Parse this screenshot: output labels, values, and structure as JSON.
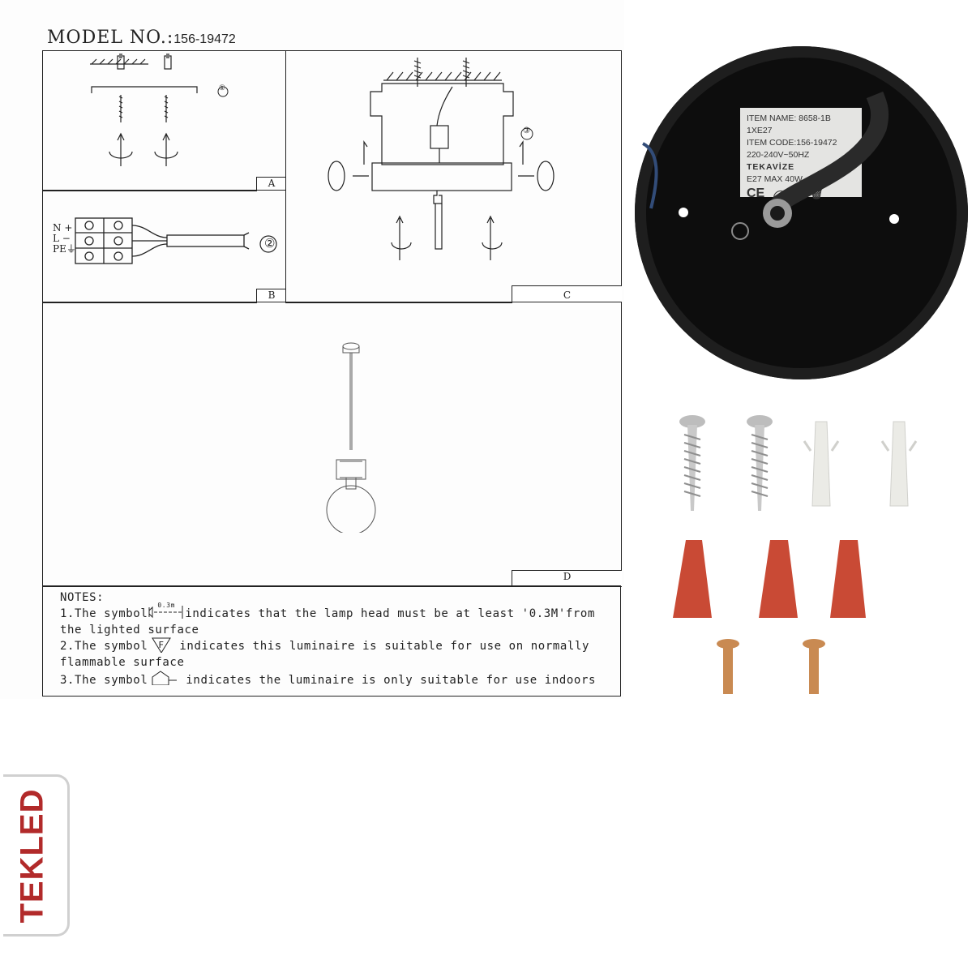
{
  "header": {
    "model_label": "MODEL NO.:",
    "model_number": "156-19472"
  },
  "panels": {
    "a": {
      "tag": "A",
      "step": "①"
    },
    "b": {
      "tag": "B",
      "step": "②",
      "terminals": [
        "N",
        "L",
        "PE"
      ],
      "terminal_symbols": [
        "+",
        "−",
        "⏚"
      ]
    },
    "c": {
      "tag": "C",
      "step": "③"
    },
    "d": {
      "tag": "D"
    }
  },
  "notes": {
    "heading": "NOTES:",
    "items": [
      {
        "prefix": "1.The symbol",
        "symbol_text": "0.3m",
        "text": "indicates that the lamp head must be at least '0.3M'from",
        "cont": "the lighted surface"
      },
      {
        "prefix": "2.The symbol",
        "symbol_text": "F",
        "text": " indicates this luminaire is suitable for use on normally",
        "cont": "flammable surface"
      },
      {
        "prefix": "3.The symbol",
        "symbol_text": "",
        "text": " indicates the luminaire is only suitable for use indoors",
        "cont": ""
      }
    ]
  },
  "product_label": {
    "item_name": "ITEM NAME: 8658-1B 1XE27",
    "item_code": "ITEM CODE:156-19472",
    "voltage": "220-240V~50HZ",
    "brand": "TEKAVİZE",
    "bulb": "E27 MAX 40W",
    "ce": "CE"
  },
  "watermark": {
    "text": "TEKLED"
  },
  "colors": {
    "canopy": "#0d0d0d",
    "wire_nut": "#c94a35",
    "screw": "#c9c9c9",
    "anchor": "#ebebe6",
    "brass": "#c98a52",
    "watermark": "#d0d0d0",
    "watermark_red": "#b22a2a"
  }
}
